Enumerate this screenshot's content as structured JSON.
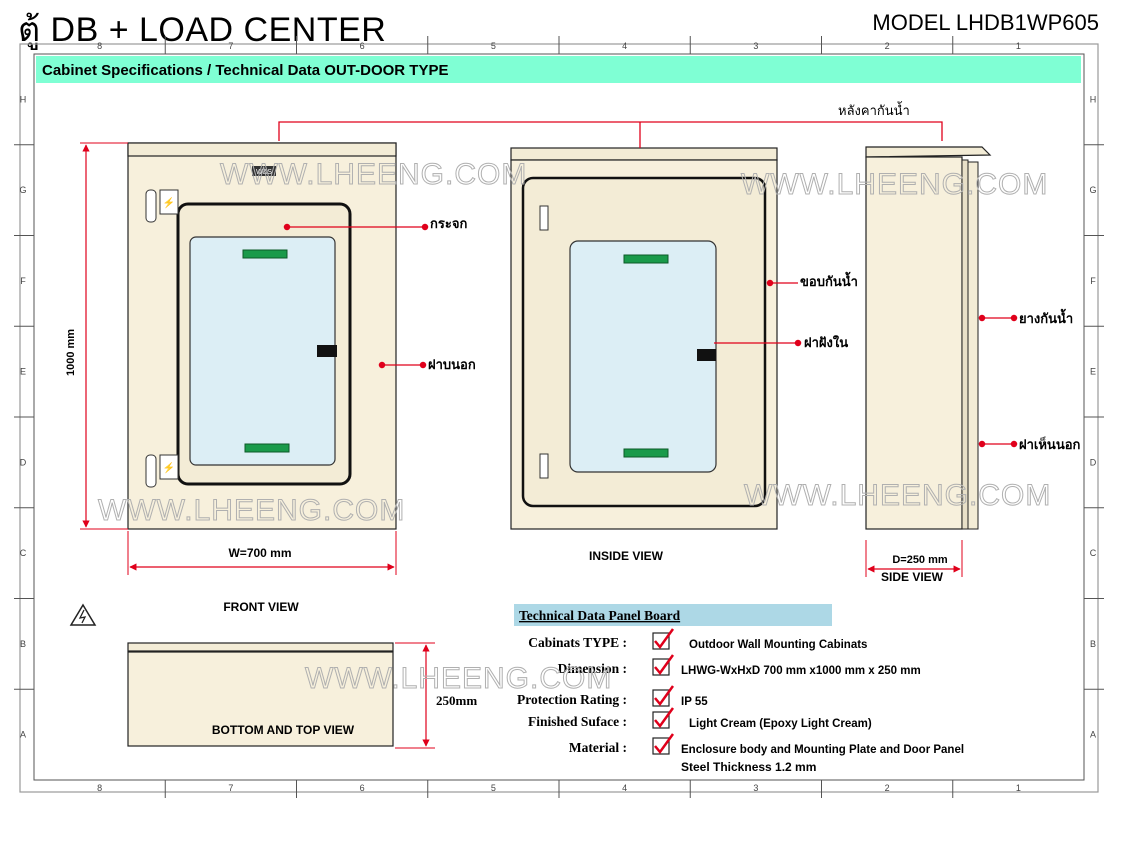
{
  "header": {
    "title": "ตู้ DB + LOAD CENTER",
    "model": "MODEL LHDB1WP605"
  },
  "frame": {
    "col_numbers": [
      "8",
      "7",
      "6",
      "5",
      "4",
      "3",
      "2",
      "1"
    ],
    "row_letters": [
      "H",
      "G",
      "F",
      "E",
      "D",
      "C",
      "B",
      "A"
    ]
  },
  "banner": {
    "text": "Cabinet Specifications / Technical Data OUT-DOOR TYPE",
    "color": "#7fffd4"
  },
  "watermark": "WWW.LHEENG.COM",
  "callouts": {
    "roof": "หลังคากันน้ำ",
    "glass": "กระจก",
    "outer_door": "ฝาบนอก",
    "rim": "ขอบกันน้ำ",
    "inner_door": "ฝาฝังใน",
    "gasket": "ยางกันน้ำ",
    "outer_panel": "ฝาเห็นนอก"
  },
  "dimensions": {
    "height": "1000 mm",
    "width": "W=700 mm",
    "depth": "D=250 mm",
    "bottom": "250mm"
  },
  "views": {
    "front": "FRONT  VIEW",
    "inside": "INSIDE  VIEW",
    "side": "SIDE  VIEW",
    "bottom": "BOTTOM AND TOP VIEW"
  },
  "nameplate": "W&S",
  "tech": {
    "heading": "Technical Data Panel Board",
    "heading_color": "#add8e6",
    "rows": [
      {
        "label": "Cabinats TYPE :",
        "value": "Outdoor  Wall Mounting Cabinats"
      },
      {
        "label": "Dimension :",
        "value": "LHWG-WxHxD 700 mm x1000 mm x 250 mm"
      },
      {
        "label": "Protection Rating :",
        "value": "IP 55"
      },
      {
        "label": "Finished Suface :",
        "value": "Light Cream (Epoxy Light Cream)"
      },
      {
        "label": "Material :",
        "value": "Enclosure body and Mounting Plate and Door Panel"
      }
    ],
    "material_line2": "Steel Thickness 1.2 mm"
  },
  "colors": {
    "cabinet": "#f7f0dc",
    "glass": "#dceef5",
    "handle": "#1a9a4a",
    "callout": "#e0001b"
  }
}
